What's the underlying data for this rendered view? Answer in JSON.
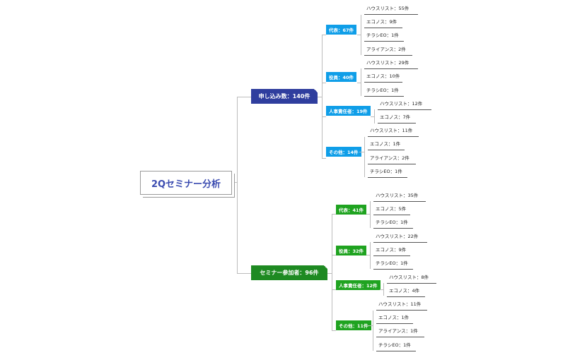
{
  "root": {
    "label": "2Qセミナー分析"
  },
  "branches": [
    {
      "label": "申し込み数：140件",
      "color": "#2f3e9e",
      "children": [
        {
          "label": "代表：67件",
          "items": [
            "ハウスリスト：55件",
            "エコノス：9件",
            "チラシEO：1件",
            "アライアンス：2件"
          ]
        },
        {
          "label": "役員：40件",
          "items": [
            "ハウスリスト：29件",
            "エコノス：10件",
            "チラシEO：1件"
          ]
        },
        {
          "label": "人事責任者：19件",
          "items": [
            "ハウスリスト：12件",
            "エコノス：7件"
          ]
        },
        {
          "label": "その他：14件",
          "items": [
            "ハウスリスト：11件",
            "エコノス：1件",
            "アライアンス：2件",
            "チラシEO：1件"
          ]
        }
      ]
    },
    {
      "label": "セミナー参加者：96件",
      "color": "#1e8a22",
      "children": [
        {
          "label": "代表：41件",
          "items": [
            "ハウスリスト：35件",
            "エコノス：5件",
            "チラシEO：1件"
          ]
        },
        {
          "label": "役員：32件",
          "items": [
            "ハウスリスト：22件",
            "エコノス：9件",
            "チラシEO：1件"
          ]
        },
        {
          "label": "人事責任者：12件",
          "items": [
            "ハウスリスト：8件",
            "エコノス：4件"
          ]
        },
        {
          "label": "その他：11件",
          "items": [
            "ハウスリスト：11件",
            "エコノス：1件",
            "アライアンス：1件",
            "チラシEO：1件"
          ]
        }
      ]
    }
  ]
}
